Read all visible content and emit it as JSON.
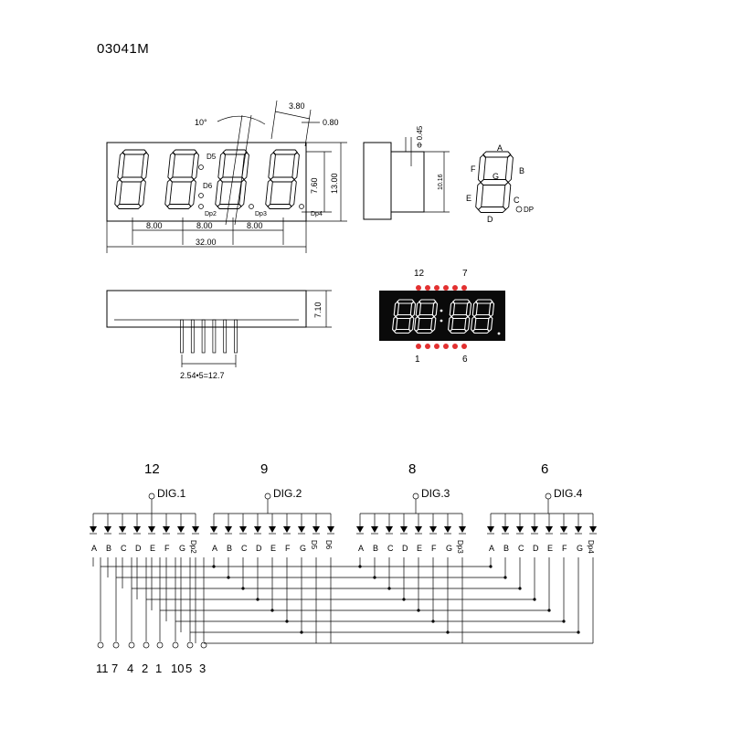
{
  "title": "03041M",
  "front_view": {
    "dims": {
      "w32": "32.00",
      "pitch": "8.00",
      "h7_60": "7.60",
      "h13": "13.00",
      "w3_80": "3.80",
      "d0_80": "0.80",
      "angle": "10°"
    },
    "dp_labels": [
      "D5",
      "D6",
      "Dp2",
      "Dp3",
      "Dp4"
    ]
  },
  "side_view": {
    "dia": "Φ 0.45",
    "h10_16": "10.16"
  },
  "bottom_view": {
    "h7_10": "7.10",
    "pin_pitch": "2.54•5=12.7"
  },
  "segment_legend": [
    "A",
    "B",
    "C",
    "D",
    "E",
    "F",
    "G",
    "DP"
  ],
  "photo": {
    "pin_top_left": "12",
    "pin_top_right": "7",
    "pin_bottom_left": "1",
    "pin_bottom_right": "6",
    "led_color": "#e23030"
  },
  "schematic": {
    "digits": [
      {
        "pin": "12",
        "label": "DIG.1",
        "segments": [
          "A",
          "B",
          "C",
          "D",
          "E",
          "F",
          "G",
          "Dp2"
        ]
      },
      {
        "pin": "9",
        "label": "DIG.2",
        "segments": [
          "A",
          "B",
          "C",
          "D",
          "E",
          "F",
          "G",
          "D5",
          "D6"
        ]
      },
      {
        "pin": "8",
        "label": "DIG.3",
        "segments": [
          "A",
          "B",
          "C",
          "D",
          "E",
          "F",
          "G",
          "Dp3"
        ]
      },
      {
        "pin": "6",
        "label": "DIG.4",
        "segments": [
          "A",
          "B",
          "C",
          "D",
          "E",
          "F",
          "G",
          "Dp4"
        ]
      }
    ],
    "bottom_pins": [
      "11",
      "7",
      "4",
      "2",
      "1",
      "10",
      "5",
      "3"
    ]
  }
}
